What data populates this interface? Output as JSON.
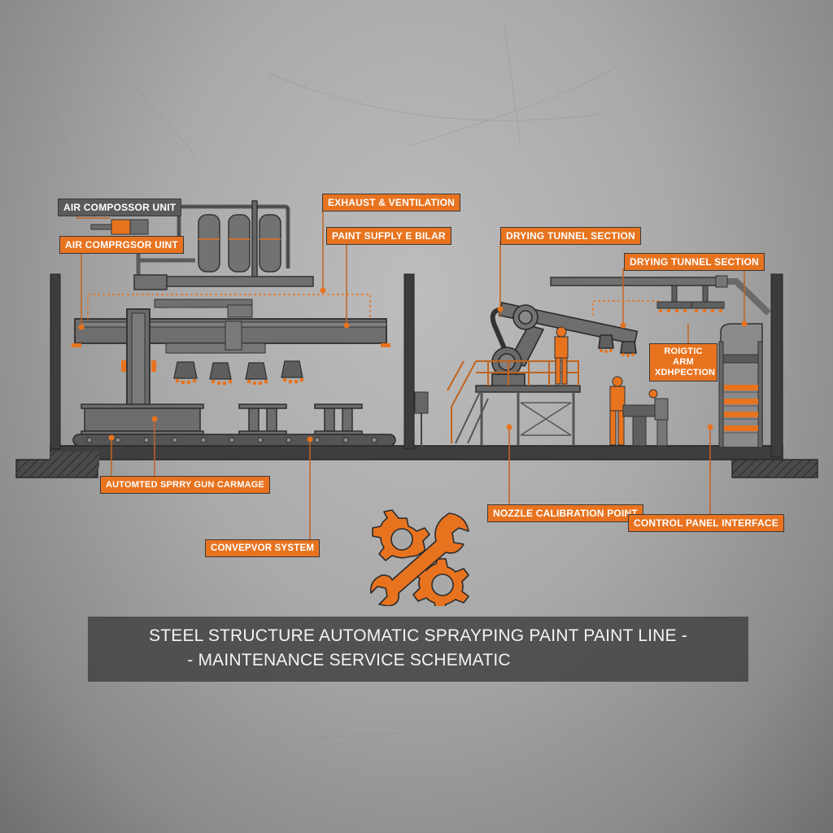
{
  "title": {
    "line1": "STEEL STRUCTURE AUTOMATIC SPRAYPING PAINT PAINT LINE -",
    "line2": "- MAINTENANCE SERVICE SCHEMATIC"
  },
  "labels": {
    "air_compressor_top": "AIR COMPOSSOR UNIT",
    "air_compressor": "AIR COMPRGSOR UINT",
    "exhaust": "EXHAUST & VENTILATION",
    "paint_supply": "PAINT SUFPLY E BILAR",
    "drying_tunnel_1": "DRYING TUNNEL SECTION",
    "drying_tunnel_2": "DRYING TUNNEL SECTION",
    "robotic_arm": "ROIGTIC ARM XDHPECTION",
    "spray_gun_carriage": "AUTOMTED SPRRY GUN CARMAGE",
    "conveyor": "CONVEPVOR SYSTEM",
    "nozzle": "NOZZLE CALIBRATION POINT",
    "control_panel": "CONTROL PANEL INTERFACE"
  },
  "icons": {
    "center": "wrench-gear-icon"
  },
  "colors": {
    "accent": "#e8731f",
    "steel": "#6b6b6b",
    "wall": "#3c3c3c",
    "banner": "#464646"
  }
}
